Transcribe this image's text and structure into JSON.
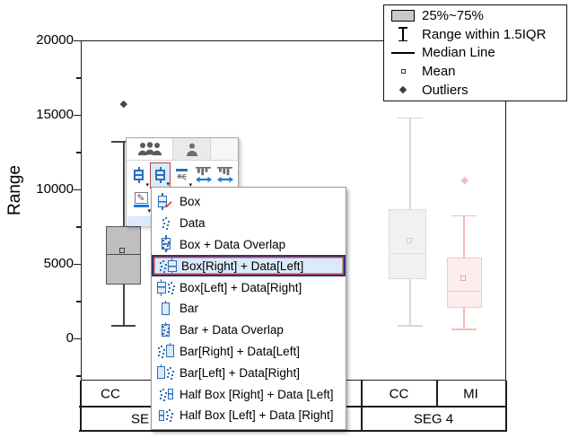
{
  "axis": {
    "y_title": "Range",
    "y_ticks": [
      "20000",
      "15000",
      "10000",
      "5000",
      "0"
    ]
  },
  "legend": {
    "items": [
      {
        "icon": "box-swatch-icon",
        "label": "25%~75%"
      },
      {
        "icon": "whisker-icon",
        "label": "Range within 1.5IQR"
      },
      {
        "icon": "median-line-icon",
        "label": "Median Line"
      },
      {
        "icon": "mean-square-icon",
        "label": "Mean"
      },
      {
        "icon": "outlier-diamond-icon",
        "label": "Outliers"
      }
    ]
  },
  "x_table": {
    "left_cc": "CC",
    "left_seg_partial": "SE",
    "right_cc": "CC",
    "right_mi": "MI",
    "right_seg": "SEG 4"
  },
  "toolbar": {
    "tabs": [
      {
        "icon": "group-people-icon",
        "selected": true
      },
      {
        "icon": "single-person-icon",
        "selected": false
      }
    ],
    "icons": [
      "box-plot-icon",
      "box-data-display-icon",
      "statistics-markers-icon",
      "histogram-bins-icon",
      "histogram-bins-alt-icon",
      "pencil-edit-icon"
    ],
    "active_icon": "box-data-display-icon"
  },
  "menu": {
    "items": [
      {
        "label": "Box",
        "icon": "box-icon",
        "checked": true,
        "selected": false
      },
      {
        "label": "Data",
        "icon": "data-points-icon",
        "checked": false,
        "selected": false
      },
      {
        "label": "Box + Data Overlap",
        "icon": "box-data-overlap-icon",
        "checked": false,
        "selected": false
      },
      {
        "label": "Box[Right] + Data[Left]",
        "icon": "data-left-box-right-icon",
        "checked": false,
        "selected": true
      },
      {
        "label": "Box[Left] + Data[Right]",
        "icon": "box-left-data-right-icon",
        "checked": false,
        "selected": false
      },
      {
        "label": "Bar",
        "icon": "bar-icon",
        "checked": false,
        "selected": false
      },
      {
        "label": "Bar + Data Overlap",
        "icon": "bar-data-overlap-icon",
        "checked": false,
        "selected": false
      },
      {
        "label": "Bar[Right] + Data[Left]",
        "icon": "data-left-bar-right-icon",
        "checked": false,
        "selected": false
      },
      {
        "label": "Bar[Left] + Data[Right]",
        "icon": "bar-left-data-right-icon",
        "checked": false,
        "selected": false
      },
      {
        "label": "Half Box [Right] + Data [Left]",
        "icon": "data-left-halfbox-right-icon",
        "checked": false,
        "selected": false
      },
      {
        "label": "Half Box [Left] + Data [Right]",
        "icon": "halfbox-left-data-right-icon",
        "checked": false,
        "selected": false
      }
    ]
  },
  "colors": {
    "left_box_fill": "#bfbfbf",
    "left_box_stroke": "#565656",
    "ghost_box_fill": "#f1f1f1",
    "ghost_box_stroke": "#dcdcdc",
    "pink_box_fill": "#fdeeee",
    "pink_box_stroke": "#f5c6c6",
    "menu_accent_blue": "#2e6db4",
    "menu_highlight_bg": "#d9ebfb",
    "menu_highlight_border": "#31317d",
    "toolbar_active_border": "#b5433c"
  },
  "chart_data": {
    "type": "box",
    "ylabel": "Range",
    "y_axis_range": [
      -2830,
      20000
    ],
    "y_major_ticks": [
      0,
      5000,
      10000,
      15000,
      20000
    ],
    "legend_position": "top-right",
    "groups": [
      {
        "segment": "SE (partially occluded)",
        "category": "CC",
        "style": "gray",
        "q1": 3600,
        "median": 5650,
        "q3": 7530,
        "mean": 5900,
        "whisker_low": 850,
        "whisker_high": 13200,
        "outliers": [
          15800
        ]
      },
      {
        "segment": "SEG 4",
        "category": "CC",
        "style": "light-gray-faded",
        "q1": 4000,
        "median": 5700,
        "q3": 8700,
        "mean": 6550,
        "whisker_low": 850,
        "whisker_high": 14800,
        "outliers": []
      },
      {
        "segment": "SEG 4",
        "category": "MI",
        "style": "light-pink-faded",
        "q1": 2050,
        "median": 3200,
        "q3": 5400,
        "mean": 4050,
        "whisker_low": 600,
        "whisker_high": 8250,
        "outliers": [
          10650
        ]
      }
    ]
  }
}
